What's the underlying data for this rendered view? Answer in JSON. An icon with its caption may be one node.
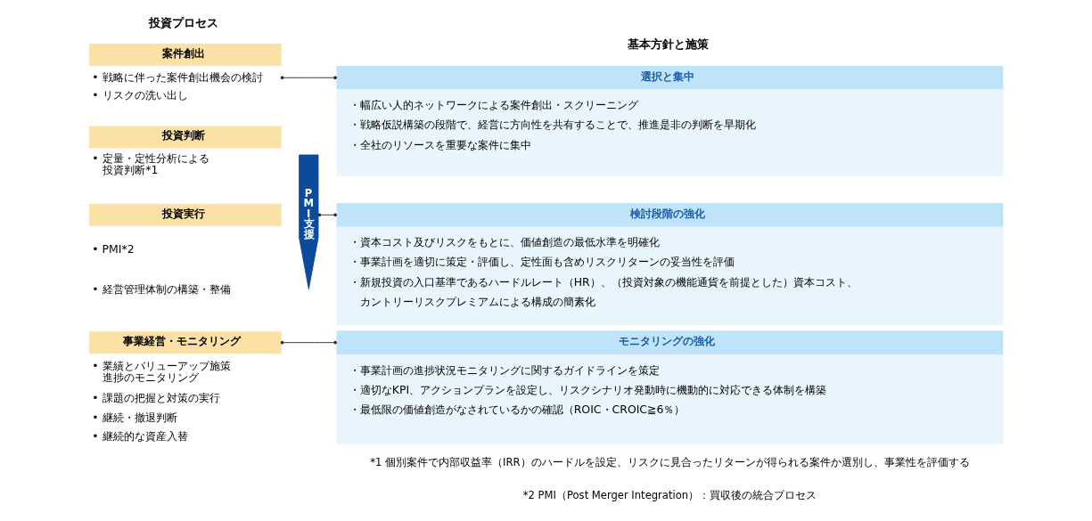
{
  "diagram": {
    "nodes": [
      {
        "text": [
          "案件創出"
        ]
      },
      {
        "text": [
          "• 戦略に伴った案件創出機会の検討"
        ]
      },
      {
        "text": [
          "投資判断"
        ],
        "beside": [
          "• 定量・定性分析による投資判断*1"
        ]
      },
      {
        "text": [
          "PMI支援"
        ]
      },
      {
        "text": [
          "投資実行"
        ],
        "beside": [
          "• PMI*2",
          "• 経営管理体制の構築・整備"
        ]
      },
      {
        "text": [
          "事業経営・モニタリング"
        ],
        "beside": [
          "• 業績とバリューアップ施策進捗のモニタリング",
          "• 課題の把握と対策の実行",
          "• 継続・撤退判断",
          "• 継続的な資産入替"
        ]
      },
      {
        "text": [
          "選択と集中",
          "・幅広い人的ネットワークによる案件創出・スクリーニング",
          "・戦略仮説構築の段階で、経営に方向性を共有することで、推進是非の判断を早期化",
          "・全社のリソースを重要な案件に集中"
        ]
      },
      {
        "text": [
          "検討段階の強化",
          "・資本コスト及びリスクをもとに、価値創造の最低水準を明確化",
          "・事業計画を適切に策定・評価し、定性面も含めリスクリターンの妥当性を評価",
          "・新規投資の入口基準であるハードルレート（HR）、（投資対象の機能通貨を前提とした）資本コスト、カントリーリスクプレミアムによる構成の簡素化"
        ]
      },
      {
        "text": [
          "モニタリングの強化",
          "・事業計画の進捗状況モニタリングに関するガイドラインを策定",
          "・適切なKPI、アクションプランを設定し、リスクシナリオ発動時に機動的に対応できる体制を構築",
          "・最低限の価値創造がなされているかの確認（ROIC・CROIC≧6％）"
        ]
      }
    ],
    "edges": [
      {
        "from": 1,
        "to": 6,
        "arrow": "other"
      },
      {
        "from": 3,
        "to": 7,
        "arrow": "other"
      },
      {
        "from": 5,
        "to": 8,
        "arrow": "other"
      }
    ],
    "labels": [
      "投資プロセス",
      "基本方針と施策",
      "• リスクの洗い出し",
      "*1 個別案件で内部収益率（IRR）のハードルを設定、リスクに見合ったリターンが得られる案件か選別し、事業性を評価する",
      "*2 PMI（Post Merger Integration）：買収後の統合プロセス"
    ]
  }
}
